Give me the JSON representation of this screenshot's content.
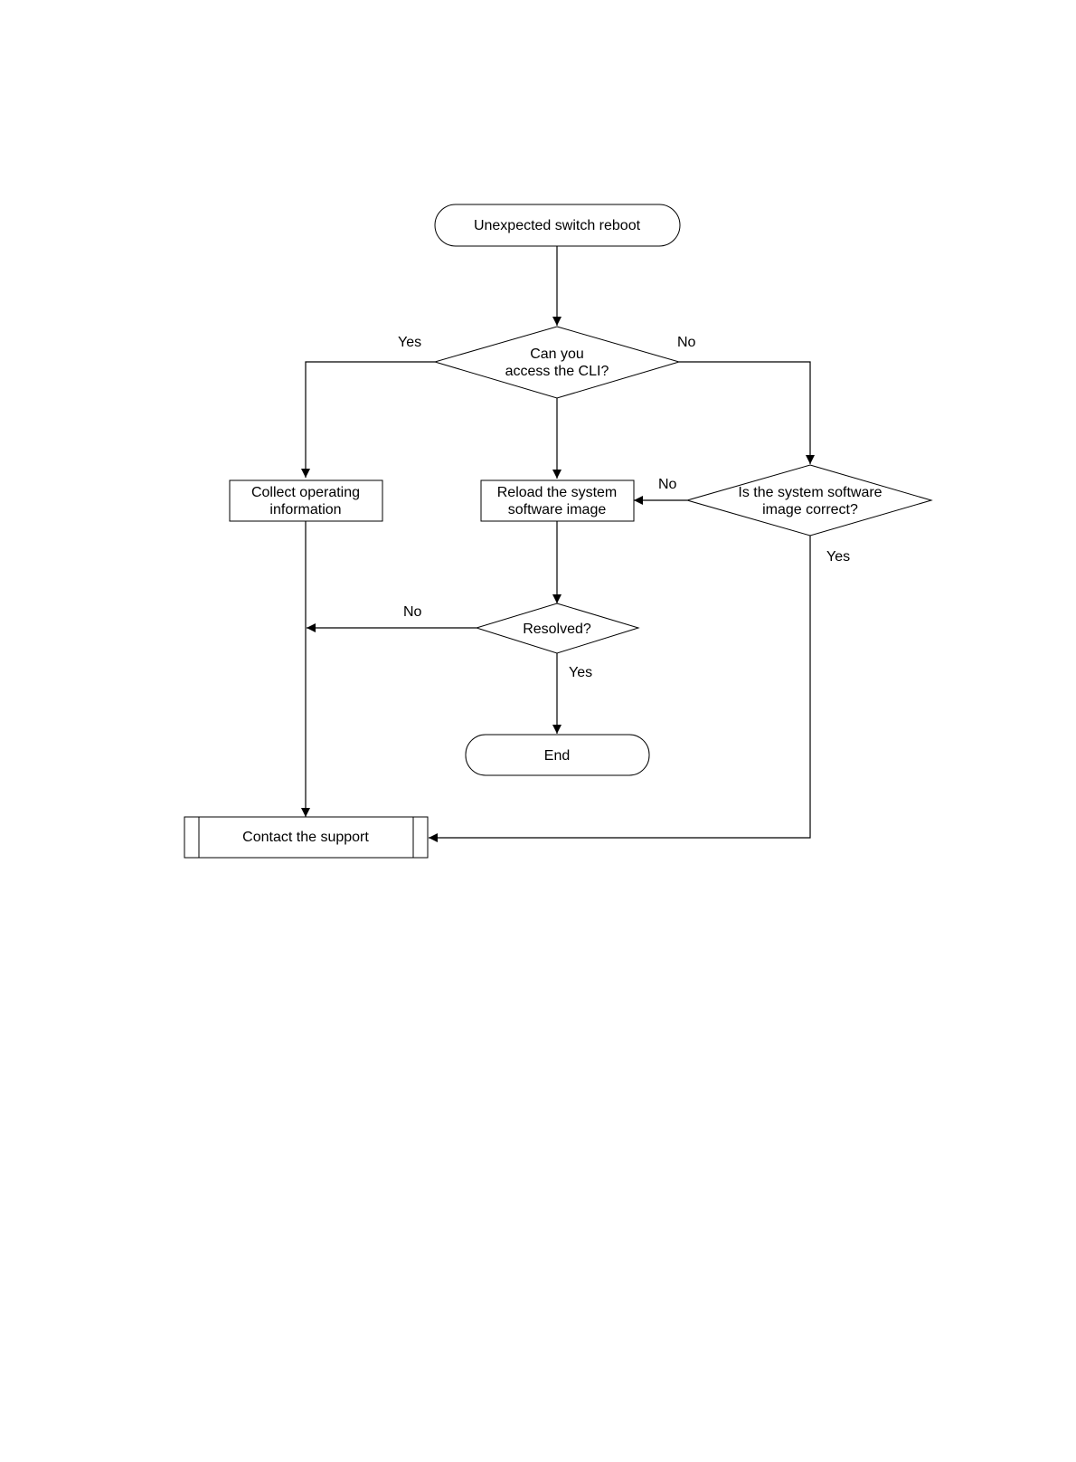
{
  "flowchart": {
    "colors": {
      "line": "#000000",
      "fill": "#ffffff",
      "text": "#000000"
    },
    "nodes": {
      "start": {
        "label": "Unexpected switch reboot"
      },
      "cli_decision": {
        "line1": "Can you",
        "line2": "access the CLI?"
      },
      "collect_info": {
        "line1": "Collect operating",
        "line2": "information"
      },
      "reload_image": {
        "line1": "Reload the system",
        "line2": "software image"
      },
      "image_decision": {
        "line1": "Is the system software",
        "line2": "image correct?"
      },
      "resolved_decision": {
        "label": "Resolved?"
      },
      "end": {
        "label": "End"
      },
      "contact_support": {
        "label": "Contact the support"
      }
    },
    "edge_labels": {
      "cli_yes": "Yes",
      "cli_no": "No",
      "image_no": "No",
      "image_yes": "Yes",
      "resolved_no": "No",
      "resolved_yes": "Yes"
    }
  }
}
